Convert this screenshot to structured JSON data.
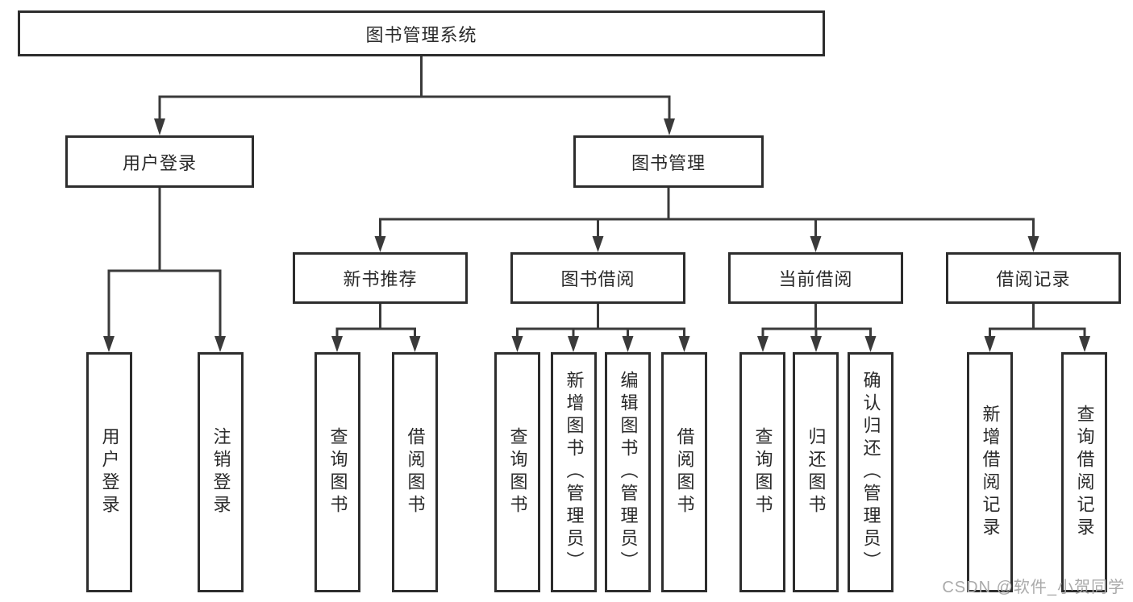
{
  "diagram_type": "tree",
  "tree": {
    "label": "图书管理系统",
    "children": [
      {
        "label": "用户登录",
        "children": [
          {
            "label": "用户登录"
          },
          {
            "label": "注销登录"
          }
        ]
      },
      {
        "label": "图书管理",
        "children": [
          {
            "label": "新书推荐",
            "children": [
              {
                "label": "查询图书"
              },
              {
                "label": "借阅图书"
              }
            ]
          },
          {
            "label": "图书借阅",
            "children": [
              {
                "label": "查询图书"
              },
              {
                "label": "新增图书（管理员）"
              },
              {
                "label": "编辑图书（管理员）"
              },
              {
                "label": "借阅图书"
              }
            ]
          },
          {
            "label": "当前借阅",
            "children": [
              {
                "label": "查询图书"
              },
              {
                "label": "归还图书"
              },
              {
                "label": "确认归还（管理员）"
              }
            ]
          },
          {
            "label": "借阅记录",
            "children": [
              {
                "label": "新增借阅记录"
              },
              {
                "label": "查询借阅记录"
              }
            ]
          }
        ]
      }
    ]
  },
  "watermark": "CSDN @软件_小贺同学",
  "colors": {
    "line": "#3a3a3a",
    "box_border": "#2d2d2d",
    "text": "#2a2a2a",
    "watermark": "#aaaaaa"
  }
}
